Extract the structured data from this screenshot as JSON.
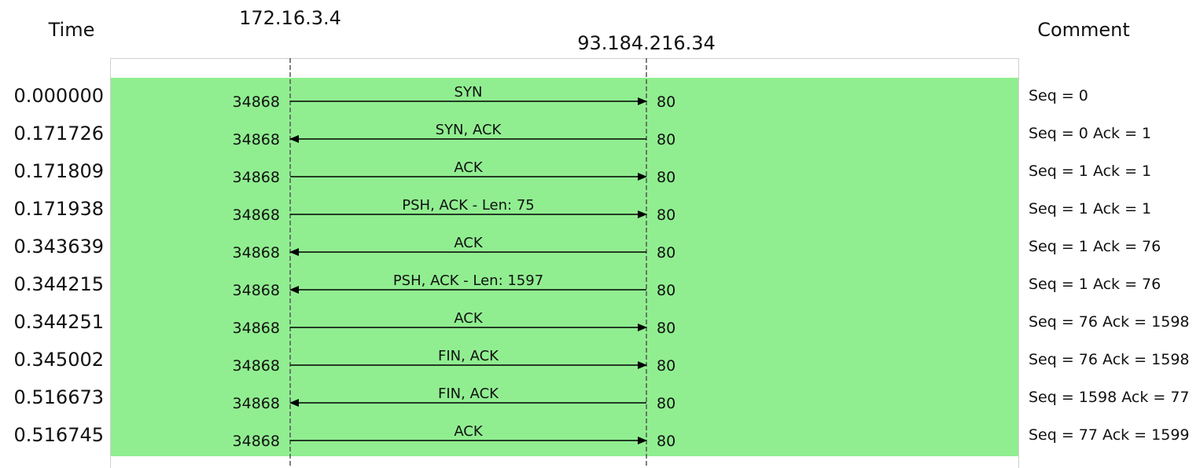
{
  "headers": {
    "time": "Time",
    "host_a": "172.16.3.4",
    "host_b": "93.184.216.34",
    "comment": "Comment"
  },
  "colors": {
    "highlight": "#90ee90",
    "line": "#000000",
    "lifeline": "#555555"
  },
  "rows": [
    {
      "time": "0.000000",
      "src_port": "34868",
      "dst_port": "80",
      "label": "SYN",
      "direction": "right",
      "comment": "Seq = 0"
    },
    {
      "time": "0.171726",
      "src_port": "34868",
      "dst_port": "80",
      "label": "SYN, ACK",
      "direction": "left",
      "comment": "Seq = 0 Ack = 1"
    },
    {
      "time": "0.171809",
      "src_port": "34868",
      "dst_port": "80",
      "label": "ACK",
      "direction": "right",
      "comment": "Seq = 1 Ack = 1"
    },
    {
      "time": "0.171938",
      "src_port": "34868",
      "dst_port": "80",
      "label": "PSH, ACK - Len: 75",
      "direction": "right",
      "comment": "Seq = 1 Ack = 1"
    },
    {
      "time": "0.343639",
      "src_port": "34868",
      "dst_port": "80",
      "label": "ACK",
      "direction": "left",
      "comment": "Seq = 1 Ack = 76"
    },
    {
      "time": "0.344215",
      "src_port": "34868",
      "dst_port": "80",
      "label": "PSH, ACK - Len: 1597",
      "direction": "left",
      "comment": "Seq = 1 Ack = 76"
    },
    {
      "time": "0.344251",
      "src_port": "34868",
      "dst_port": "80",
      "label": "ACK",
      "direction": "right",
      "comment": "Seq = 76 Ack = 1598"
    },
    {
      "time": "0.345002",
      "src_port": "34868",
      "dst_port": "80",
      "label": "FIN, ACK",
      "direction": "right",
      "comment": "Seq = 76 Ack = 1598"
    },
    {
      "time": "0.516673",
      "src_port": "34868",
      "dst_port": "80",
      "label": "FIN, ACK",
      "direction": "left",
      "comment": "Seq = 1598 Ack = 77"
    },
    {
      "time": "0.516745",
      "src_port": "34868",
      "dst_port": "80",
      "label": "ACK",
      "direction": "right",
      "comment": "Seq = 77 Ack = 1599"
    }
  ]
}
